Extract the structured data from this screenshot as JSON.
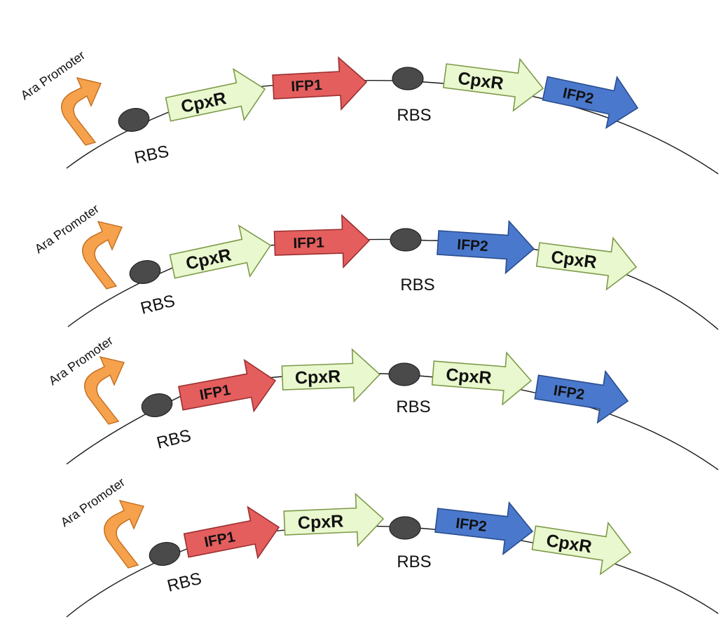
{
  "colors": {
    "cpxr_fill": "#E9F8CE",
    "cpxr_stroke": "#7E9A4A",
    "ifp1_fill": "#E45E5E",
    "ifp1_stroke": "#9B2F2F",
    "ifp2_fill": "#4A78CC",
    "ifp2_stroke": "#2A4D8F",
    "promoter_fill": "#F6A14B",
    "promoter_stroke": "#C26D1E",
    "rbs_fill": "#4a4a4a",
    "backbone": "#1a1a1a"
  },
  "constructs": [
    {
      "promoter_label": "Ara Promoter",
      "parts": [
        {
          "type": "rbs",
          "label": "RBS"
        },
        {
          "type": "cds",
          "gene": "cpxr",
          "label": "CpxR"
        },
        {
          "type": "cds",
          "gene": "ifp1",
          "label": "IFP1"
        },
        {
          "type": "rbs",
          "label": "RBS"
        },
        {
          "type": "cds",
          "gene": "cpxr",
          "label": "CpxR"
        },
        {
          "type": "cds",
          "gene": "ifp2",
          "label": "IFP2"
        }
      ]
    },
    {
      "promoter_label": "Ara Promoter",
      "parts": [
        {
          "type": "rbs",
          "label": "RBS"
        },
        {
          "type": "cds",
          "gene": "cpxr",
          "label": "CpxR"
        },
        {
          "type": "cds",
          "gene": "ifp1",
          "label": "IFP1"
        },
        {
          "type": "rbs",
          "label": "RBS"
        },
        {
          "type": "cds",
          "gene": "ifp2",
          "label": "IFP2"
        },
        {
          "type": "cds",
          "gene": "cpxr",
          "label": "CpxR"
        }
      ]
    },
    {
      "promoter_label": "Ara Promoter",
      "parts": [
        {
          "type": "rbs",
          "label": "RBS"
        },
        {
          "type": "cds",
          "gene": "ifp1",
          "label": "IFP1"
        },
        {
          "type": "cds",
          "gene": "cpxr",
          "label": "CpxR"
        },
        {
          "type": "rbs",
          "label": "RBS"
        },
        {
          "type": "cds",
          "gene": "cpxr",
          "label": "CpxR"
        },
        {
          "type": "cds",
          "gene": "ifp2",
          "label": "IFP2"
        }
      ]
    },
    {
      "promoter_label": "Ara Promoter",
      "parts": [
        {
          "type": "rbs",
          "label": "RBS"
        },
        {
          "type": "cds",
          "gene": "ifp1",
          "label": "IFP1"
        },
        {
          "type": "cds",
          "gene": "cpxr",
          "label": "CpxR"
        },
        {
          "type": "rbs",
          "label": "RBS"
        },
        {
          "type": "cds",
          "gene": "ifp2",
          "label": "IFP2"
        },
        {
          "type": "cds",
          "gene": "cpxr",
          "label": "CpxR"
        }
      ]
    }
  ]
}
